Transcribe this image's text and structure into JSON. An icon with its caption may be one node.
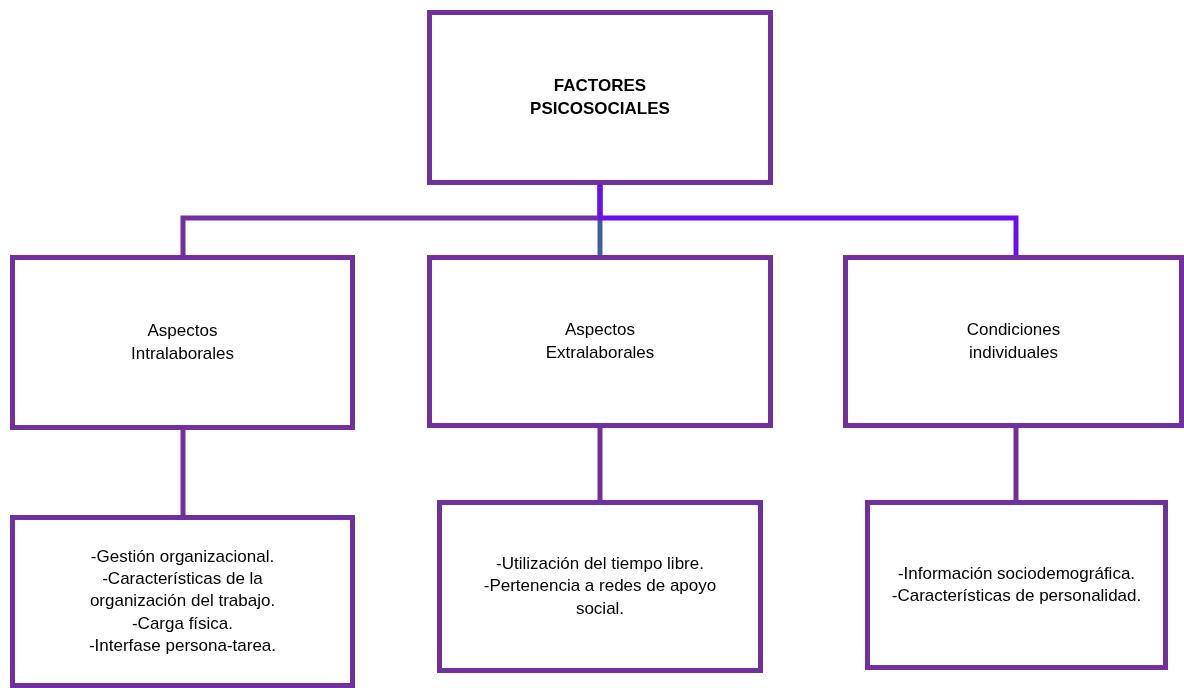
{
  "diagram": {
    "nodes": [
      {
        "text": [
          "FACTORES PSICOSOCIALES"
        ]
      },
      {
        "text": [
          "Aspectos Intralaborales"
        ]
      },
      {
        "text": [
          "Aspectos Extralaborales"
        ]
      },
      {
        "text": [
          "Condiciones individuales"
        ]
      },
      {
        "text": [
          "-Gestión organizacional.",
          "-Características de la organización del trabajo.",
          "-Carga física.",
          "-Interfase persona-tarea."
        ]
      },
      {
        "text": [
          "-Utilización del tiempo libre.",
          "-Pertenencia a redes de apoyo social."
        ]
      },
      {
        "text": [
          "-Información sociodemográfica.",
          "-Características de personalidad."
        ]
      }
    ],
    "edges": [
      {
        "from": 0,
        "to": 1,
        "arrow": "none"
      },
      {
        "from": 0,
        "to": 2,
        "arrow": "none",
        "color": "#3e5f9e"
      },
      {
        "from": 0,
        "to": 3,
        "arrow": "none",
        "color": "#6a10f0"
      },
      {
        "from": 1,
        "to": 4,
        "arrow": "none"
      },
      {
        "from": 2,
        "to": 5,
        "arrow": "none"
      },
      {
        "from": 3,
        "to": 6,
        "arrow": "none"
      }
    ]
  }
}
